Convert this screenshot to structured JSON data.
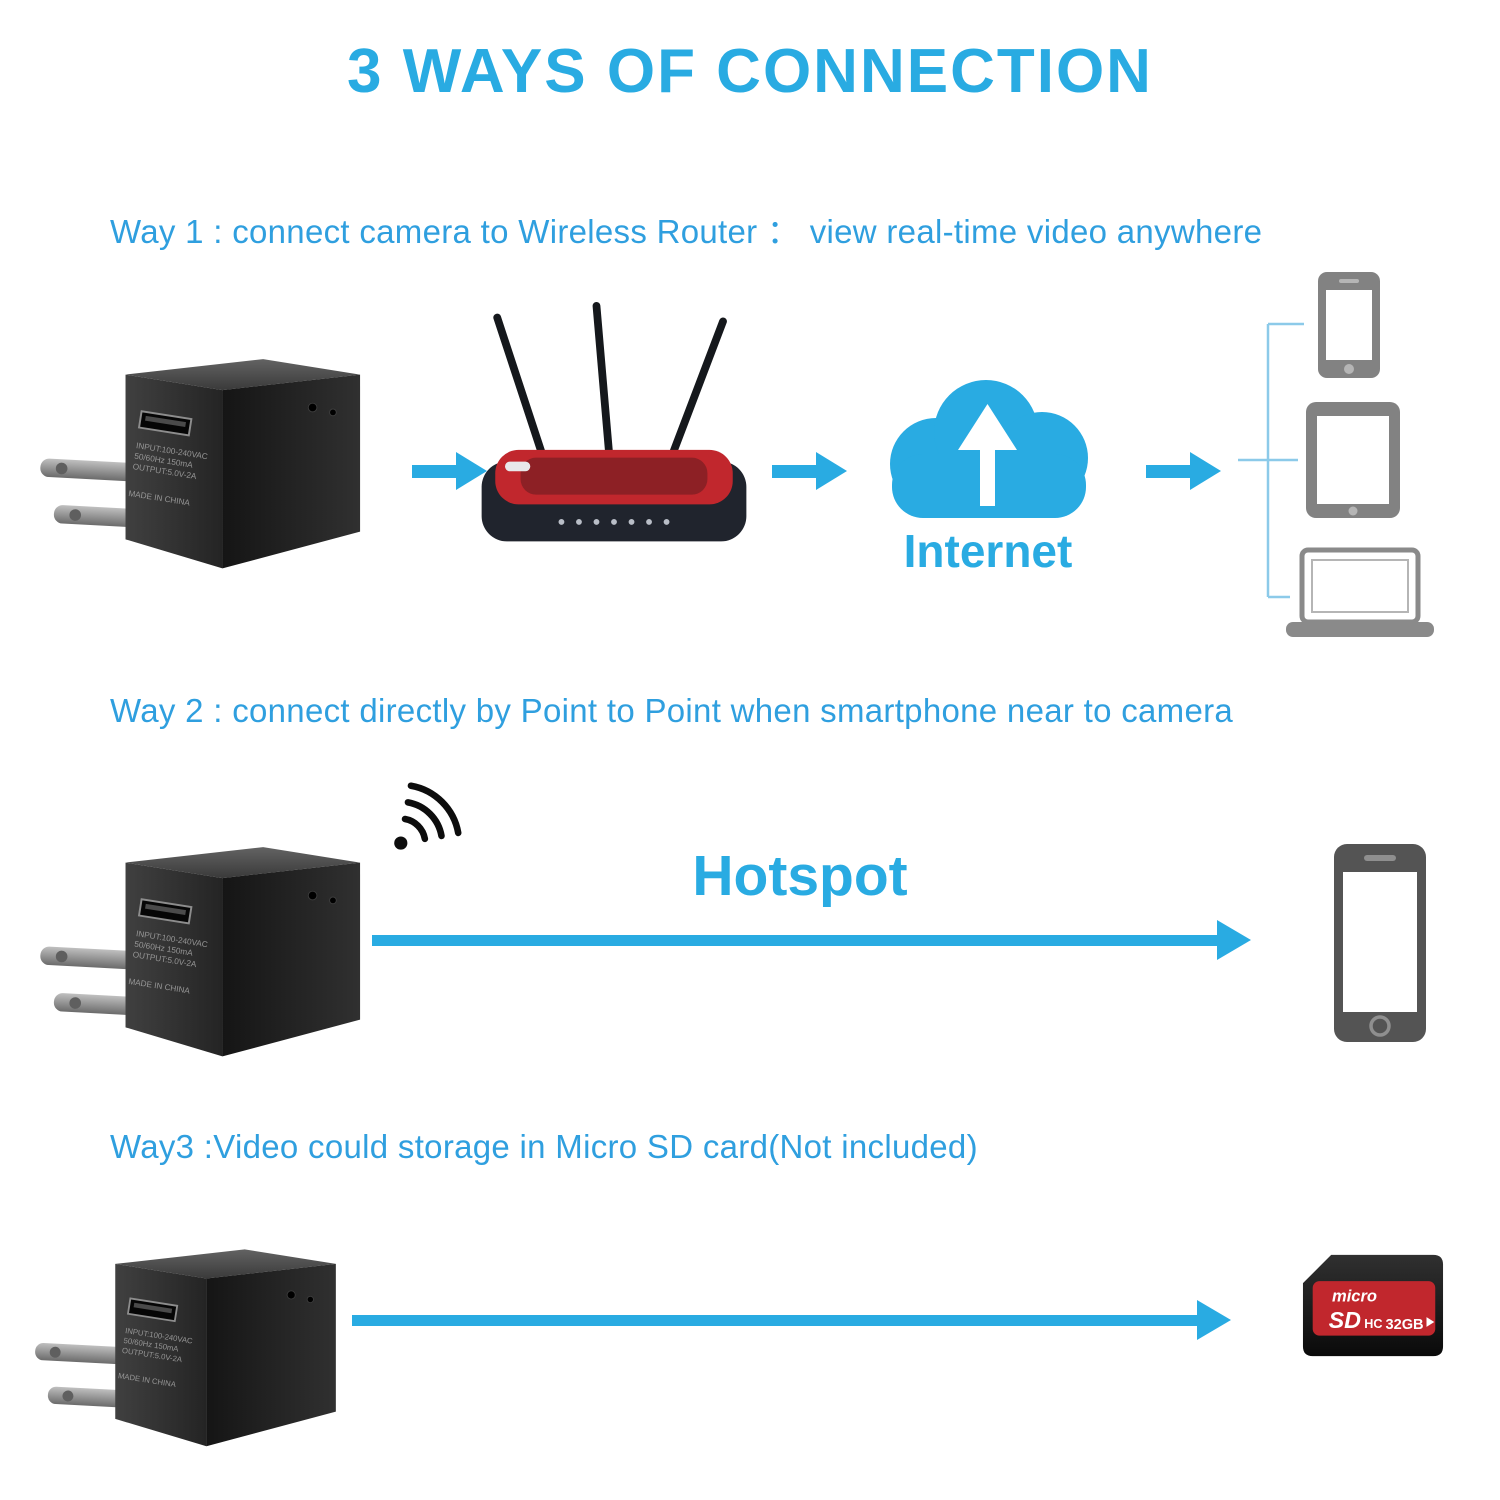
{
  "page": {
    "title": "3 WAYS OF CONNECTION",
    "accent_color": "#29abe2"
  },
  "way1": {
    "heading": "Way 1 : connect camera to Wireless Router ：  view real-time video anywhere",
    "internet_label": "Internet"
  },
  "way2": {
    "heading": "Way 2 : connect directly by Point to Point when smartphone near to camera",
    "hotspot_label": "Hotspot"
  },
  "way3": {
    "heading": "Way3 :Video could storage in Micro SD card(Not included)"
  },
  "charger": {
    "spec1": "INPUT:100-240VAC",
    "spec2": "50/60Hz 150mA",
    "spec3": "OUTPUT:5.0V-2A",
    "made_in": "MADE IN CHINA"
  },
  "sd_card": {
    "micro": "micro",
    "sd": "SD",
    "hc": "HC",
    "capacity": "32GB"
  }
}
